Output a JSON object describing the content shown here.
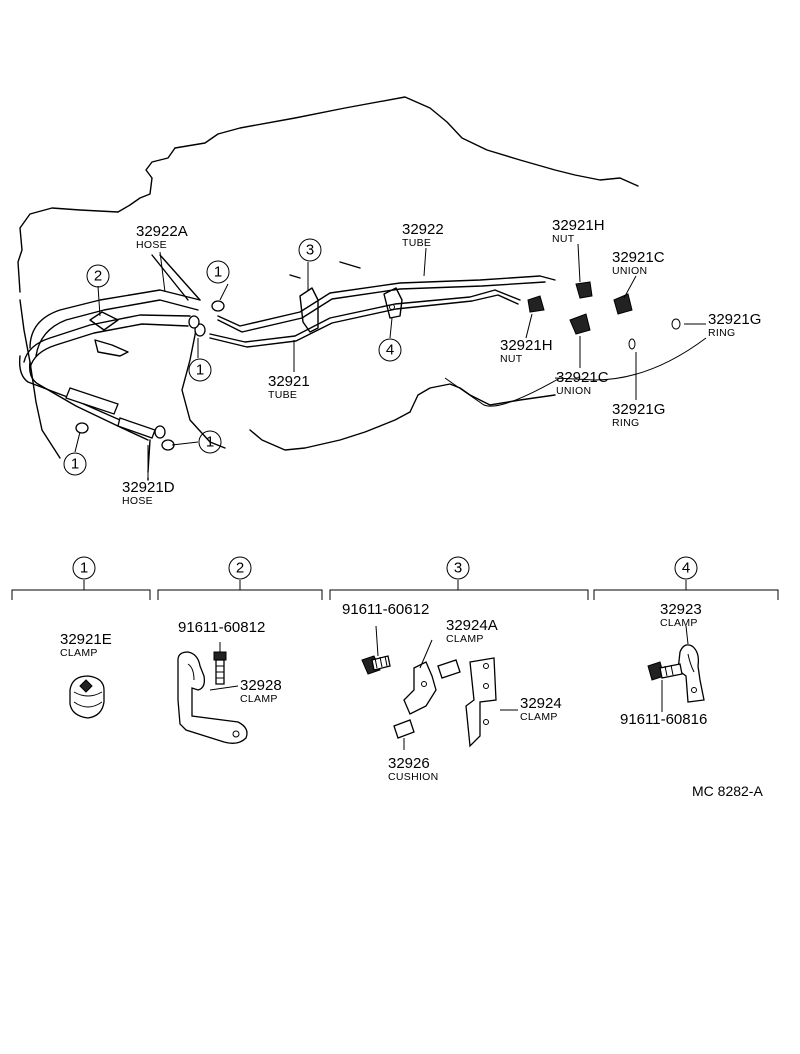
{
  "labels": {
    "hose_32922a": {
      "part_no": "32922A",
      "name": "HOSE"
    },
    "tube_32922": {
      "part_no": "32922",
      "name": "TUBE"
    },
    "nut_32921h_top": {
      "part_no": "32921H",
      "name": "NUT"
    },
    "union_32921c_top": {
      "part_no": "32921C",
      "name": "UNION"
    },
    "ring_32921g_right": {
      "part_no": "32921G",
      "name": "RING"
    },
    "nut_32921h_mid": {
      "part_no": "32921H",
      "name": "NUT"
    },
    "union_32921c_mid": {
      "part_no": "32921C",
      "name": "UNION"
    },
    "ring_32921g_bottom": {
      "part_no": "32921G",
      "name": "RING"
    },
    "tube_32921": {
      "part_no": "32921",
      "name": "TUBE"
    },
    "hose_32921d": {
      "part_no": "32921D",
      "name": "HOSE"
    },
    "clamp_32921e": {
      "part_no": "32921E",
      "name": "CLAMP"
    },
    "bolt_91611_60812": {
      "part_no": "91611-60812"
    },
    "clamp_32928": {
      "part_no": "32928",
      "name": "CLAMP"
    },
    "bolt_91611_60612": {
      "part_no": "91611-60612"
    },
    "clamp_32924a": {
      "part_no": "32924A",
      "name": "CLAMP"
    },
    "clamp_32924": {
      "part_no": "32924",
      "name": "CLAMP"
    },
    "cushion_32926": {
      "part_no": "32926",
      "name": "CUSHION"
    },
    "clamp_32923": {
      "part_no": "32923",
      "name": "CLAMP"
    },
    "bolt_91611_60816": {
      "part_no": "91611-60816"
    }
  },
  "callouts": {
    "one": "1",
    "two": "2",
    "three": "3",
    "four": "4"
  },
  "groups": [
    {
      "number": "1"
    },
    {
      "number": "2"
    },
    {
      "number": "3"
    },
    {
      "number": "4"
    }
  ],
  "reference_code": "MC  8282-A"
}
